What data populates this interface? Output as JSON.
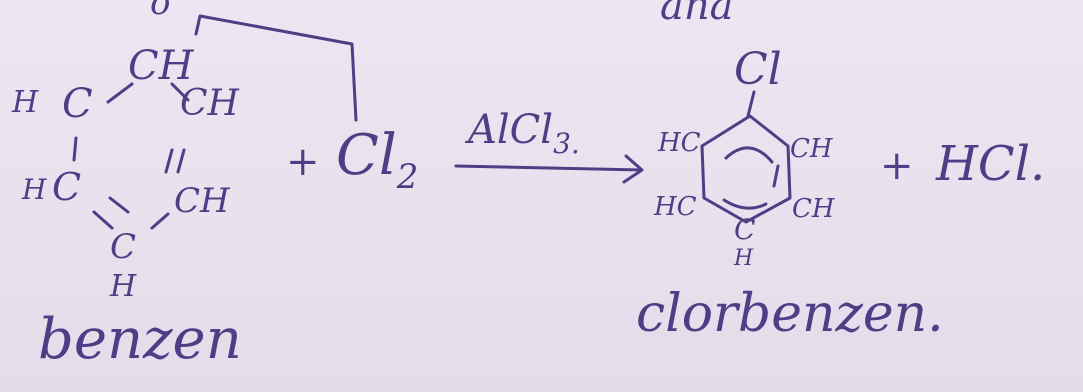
{
  "top_edge": {
    "left_fragment": "o",
    "right_fragment": "ana"
  },
  "benzene": {
    "atoms": {
      "c1": "CH",
      "c2_h": "H",
      "c2_c": "C",
      "c3": "CH",
      "c4_h": "H",
      "c4_c": "C",
      "c5": "CH",
      "c6_c": "C",
      "c6_h": "H"
    },
    "name": "benzen"
  },
  "reaction": {
    "plus1": "+",
    "reagent_main": "Cl",
    "reagent_sub": "2",
    "catalyst_main": "AlCl",
    "catalyst_sub": "3.",
    "plus2": "+",
    "byproduct": "HCl."
  },
  "product": {
    "substituent": "Cl",
    "atoms": {
      "left_top": "HC",
      "right_top": "CH",
      "left_bottom": "HC",
      "right_bottom": "CH",
      "bottom_c": "C",
      "bottom_h": "H"
    },
    "name": "clorbenzen."
  },
  "colors": {
    "ink": "#4d3f86",
    "paper": "#e9e3ef"
  }
}
